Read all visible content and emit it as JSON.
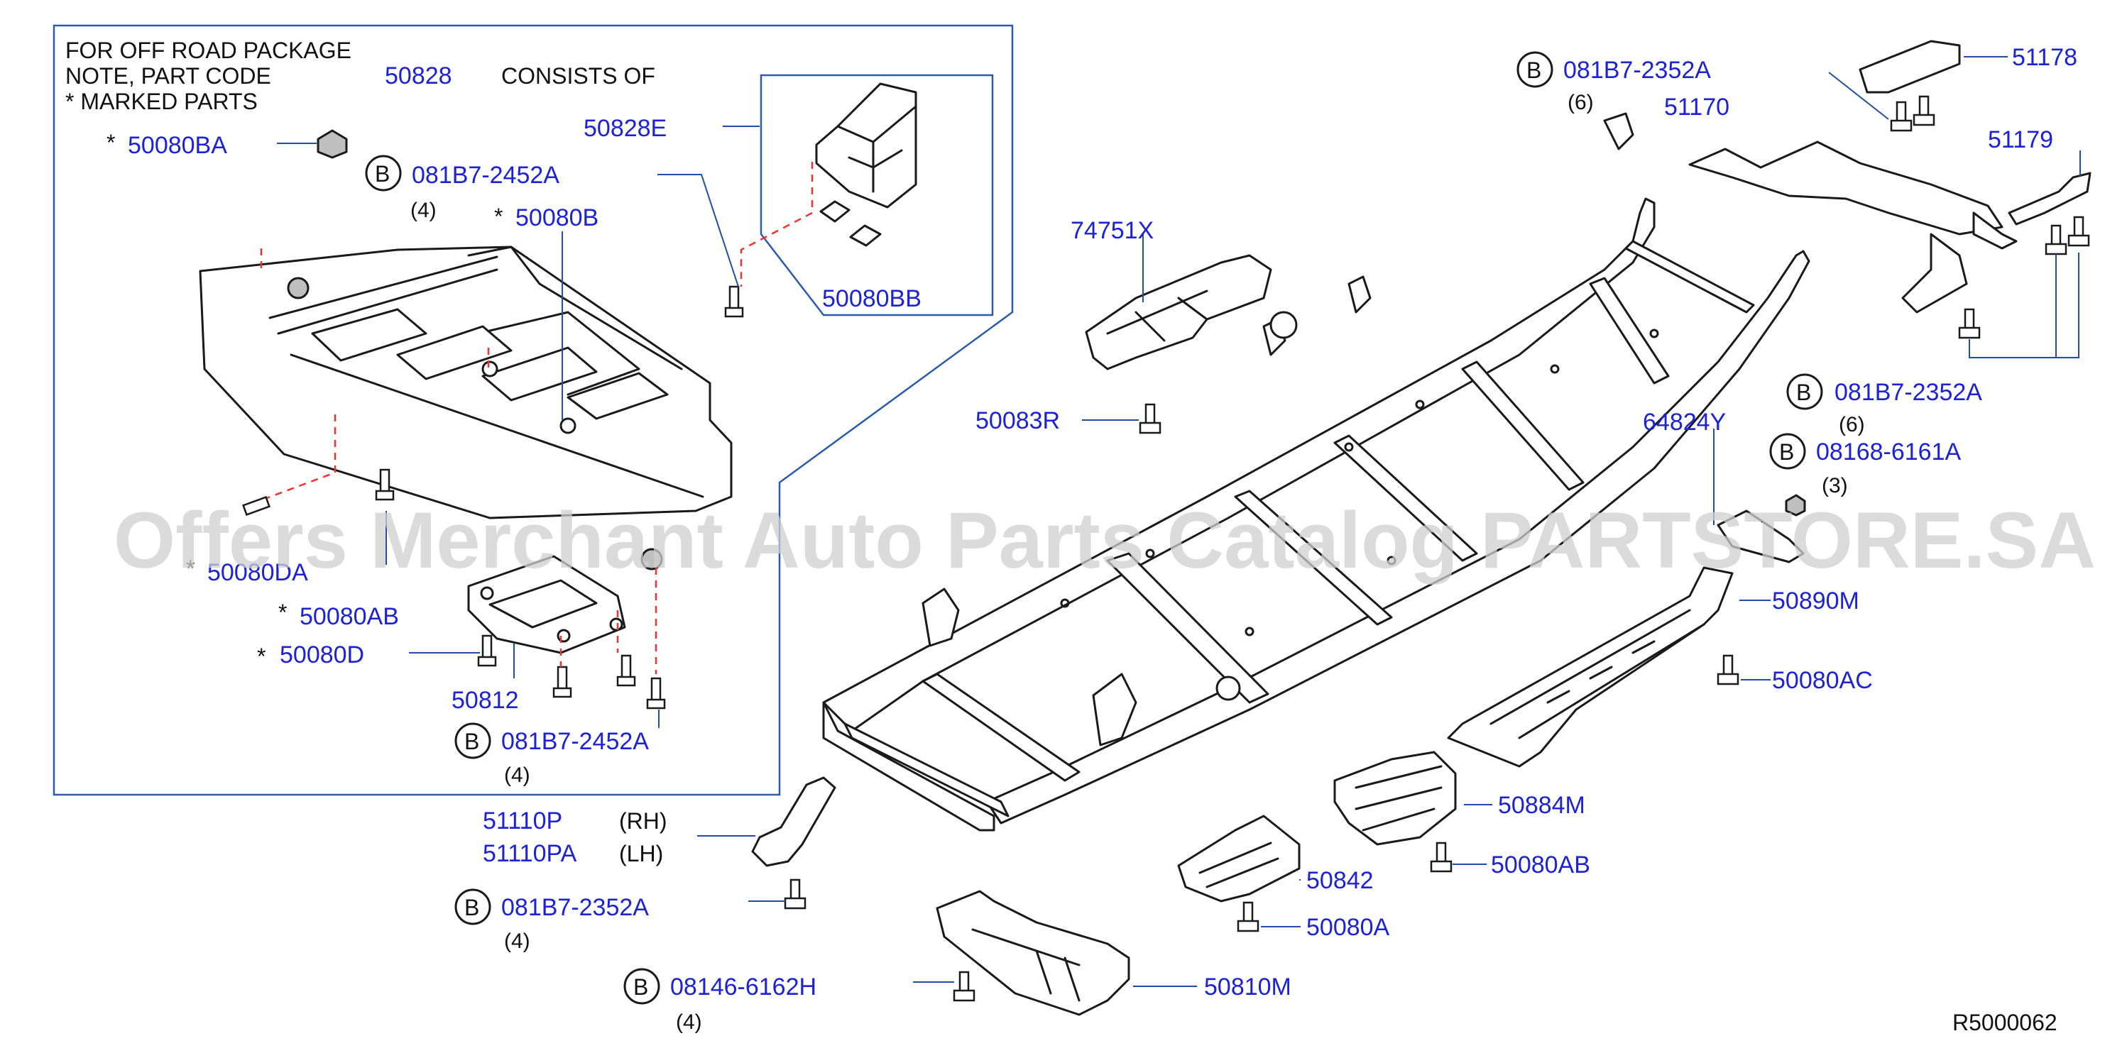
{
  "note": {
    "line1": "FOR  OFF  ROAD  PACKAGE",
    "line2_prefix": "NOTE,  PART  CODE",
    "line2_code": "50828",
    "line2_suffix": "CONSISTS  OF",
    "line3": "*  MARKED  PARTS"
  },
  "watermark": "Offers Merchant Auto Parts Catalog PARTSTORE.SA",
  "diagram_ref": "R5000062",
  "callout_symbol": "B",
  "star": "*",
  "labels": {
    "p50080BA": "50080BA",
    "p50828E": "50828E",
    "p081B7_2452A_top": "081B7-2452A",
    "q4_top": "(4)",
    "p50080B": "50080B",
    "p50080BB": "50080BB",
    "p50080DA": "50080DA",
    "p50080AB_left": "50080AB",
    "p50080D": "50080D",
    "p50812": "50812",
    "p081B7_2452A_bot": "081B7-2452A",
    "q4_bot": "(4)",
    "p74751X": "74751X",
    "p50083R": "50083R",
    "p081B7_2352A_top": "081B7-2352A",
    "q6_top": "(6)",
    "p51170": "51170",
    "p51178": "51178",
    "p51179": "51179",
    "p081B7_2352A_right": "081B7-2352A",
    "q6_right": "(6)",
    "p64824Y": "64824Y",
    "p08168_6161A": "08168-6161A",
    "q3": "(3)",
    "p50890M": "50890M",
    "p50080AC": "50080AC",
    "p50884M": "50884M",
    "p50080AB_right": "50080AB",
    "p50842": "50842",
    "p50080A": "50080A",
    "p51110P": "51110P",
    "rh": "(RH)",
    "p51110PA": "51110PA",
    "lh": "(LH)",
    "p081B7_2352A_bot": "081B7-2352A",
    "q4_mid": "(4)",
    "p08146_6162H": "08146-6162H",
    "q4_last": "(4)",
    "p50810M": "50810M"
  }
}
